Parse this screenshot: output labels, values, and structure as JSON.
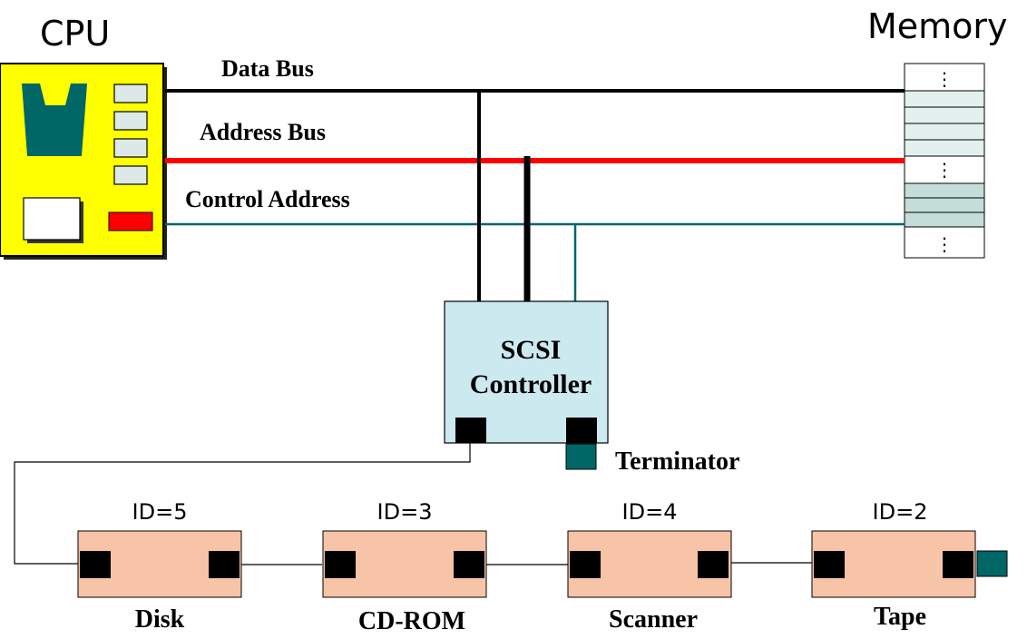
{
  "titles": {
    "cpu": "CPU",
    "memory": "Memory"
  },
  "buses": {
    "data_bus": "Data Bus",
    "address_bus": "Address Bus",
    "control_address": "Control Address"
  },
  "memory": {
    "ellipsis": "⋮"
  },
  "controller": {
    "line1": "SCSI",
    "line2": "Controller",
    "terminator": "Terminator"
  },
  "devices": [
    {
      "id": "ID=5",
      "label": "Disk"
    },
    {
      "id": "ID=3",
      "label": "CD-ROM"
    },
    {
      "id": "ID=4",
      "label": "Scanner"
    },
    {
      "id": "ID=2",
      "label": "Tape"
    }
  ],
  "colors": {
    "cpu_fill": "#ffff00",
    "cpu_chip": "#006666",
    "cpu_port": "#dde8e8",
    "cpu_red": "#ff0000",
    "address_bus": "#ff0000",
    "control_line": "#006666",
    "controller_fill": "#cce9f0",
    "device_fill": "#f7c4a8",
    "connector": "#000000",
    "terminator": "#006666",
    "memory_light": "#e3f0ee",
    "memory_dark": "#c5ddd8"
  }
}
